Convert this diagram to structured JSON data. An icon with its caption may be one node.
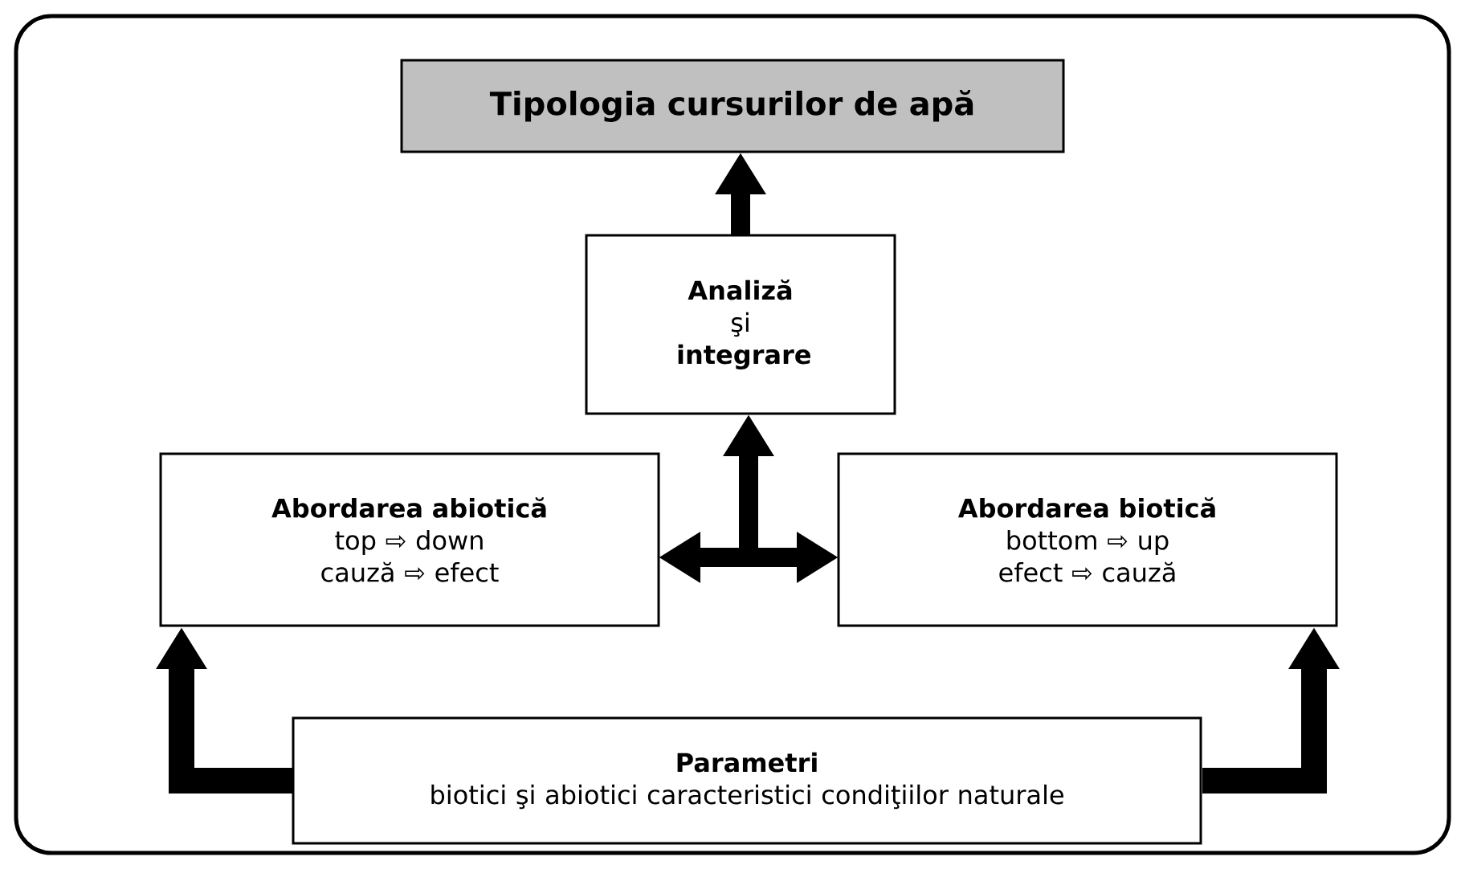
{
  "diagram": {
    "nodes": [
      {
        "text": [
          "Tipologia cursurilor de apă"
        ]
      },
      {
        "text": [
          "**Analiză** şi **integrare**"
        ]
      },
      {
        "text": [
          "Abordarea abiotică",
          "top ⇨ down",
          "cauză ⇨ efect"
        ]
      },
      {
        "text": [
          "Abordarea biotică",
          "bottom ⇨ up",
          "efect ⇨ cauză"
        ]
      },
      {
        "text": [
          "Parametri",
          "biotici şi abiotici caracteristici condiţiilor naturale"
        ]
      }
    ],
    "edges": [
      {
        "from": 1,
        "to": 0,
        "arrow": "to"
      },
      {
        "from": 2,
        "to": 3,
        "arrow": "both"
      },
      {
        "from": null,
        "to": 1,
        "arrow": "to"
      },
      {
        "from": 4,
        "to": 2,
        "arrow": "to"
      },
      {
        "from": 4,
        "to": 3,
        "arrow": "to"
      }
    ]
  }
}
